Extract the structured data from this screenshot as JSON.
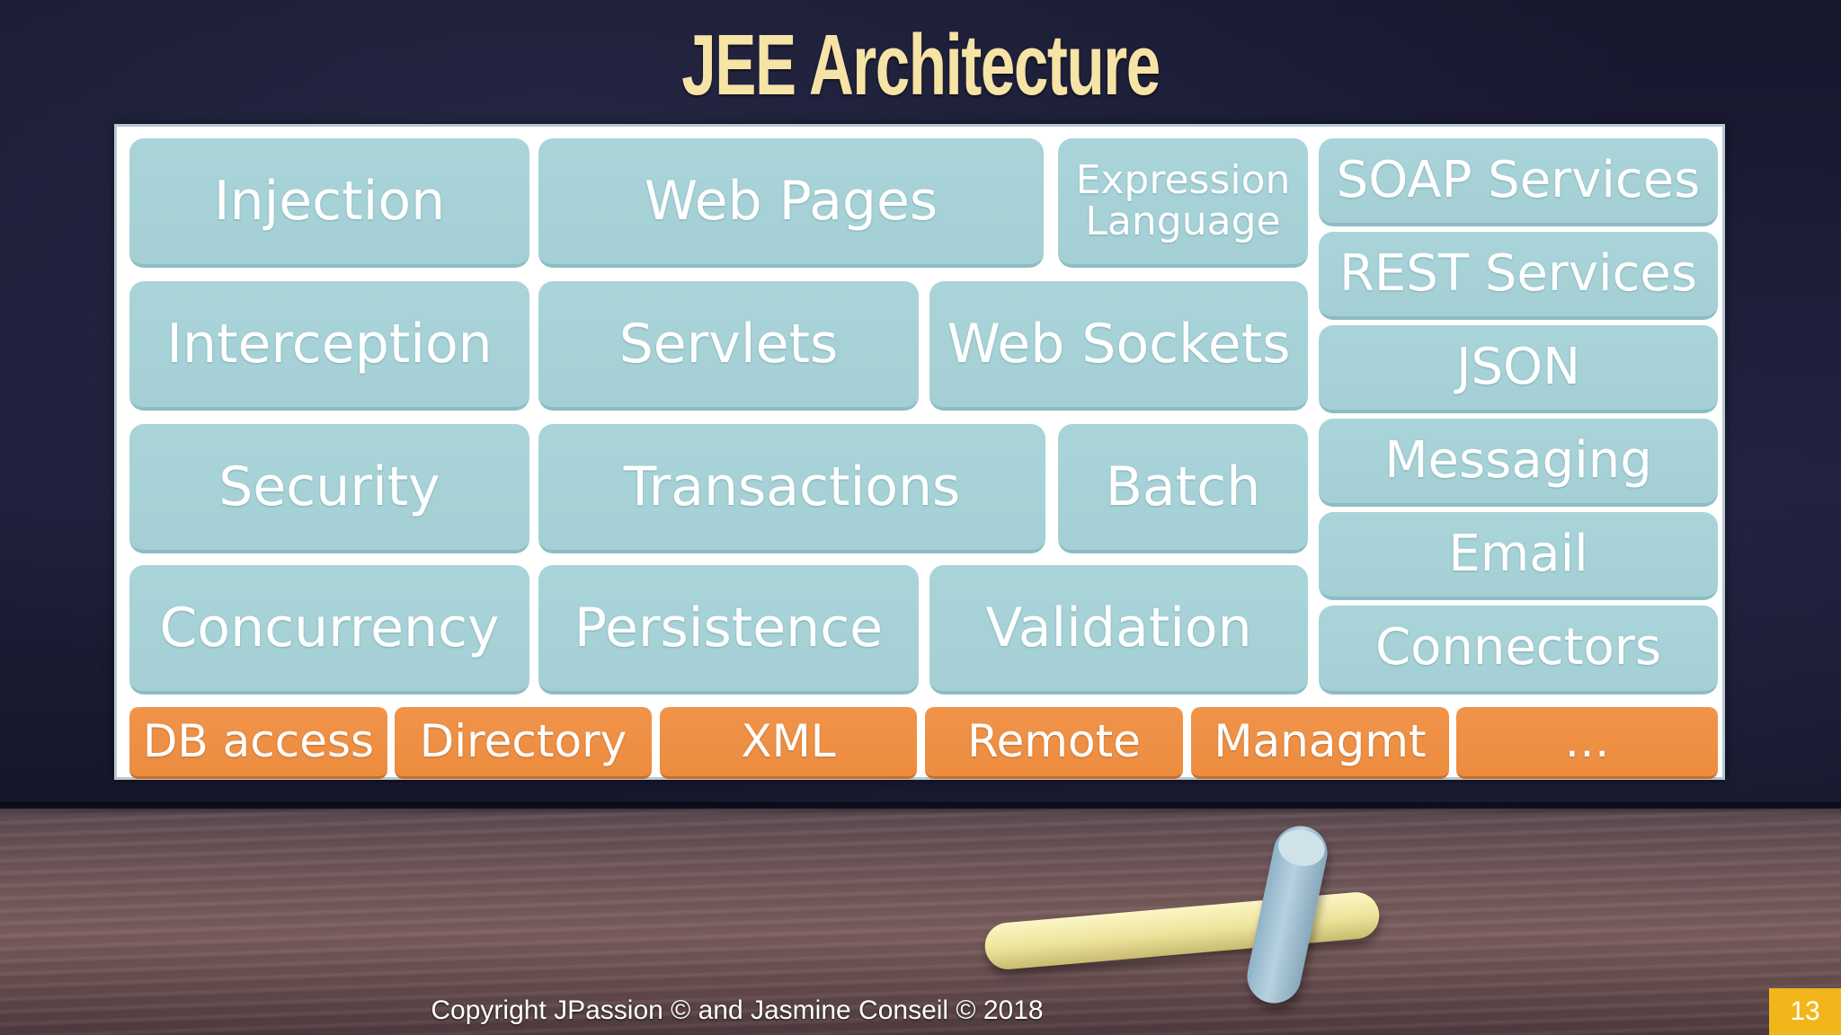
{
  "slide": {
    "title": "JEE Architecture",
    "footer": "Copyright JPassion © and Jasmine Conseil © 2018",
    "page_number": "13"
  },
  "diagram": {
    "components": {
      "injection": "Injection",
      "web_pages": "Web Pages",
      "expression_language_line1": "Expression",
      "expression_language_line2": "Language",
      "soap_services": "SOAP Services",
      "rest_services": "REST Services",
      "interception": "Interception",
      "servlets": "Servlets",
      "web_sockets": "Web Sockets",
      "json": "JSON",
      "security": "Security",
      "transactions": "Transactions",
      "batch": "Batch",
      "messaging": "Messaging",
      "email": "Email",
      "concurrency": "Concurrency",
      "persistence": "Persistence",
      "validation": "Validation",
      "connectors": "Connectors"
    },
    "foundation": {
      "db_access": "DB access",
      "directory": "Directory",
      "xml": "XML",
      "remote": "Remote",
      "managmt": "Managmt",
      "more": "…"
    },
    "colors": {
      "component_fill": "#a9d4d9",
      "foundation_fill": "#f0944a",
      "title_color": "#f6e3a6",
      "badge_color": "#f2b61a"
    }
  }
}
